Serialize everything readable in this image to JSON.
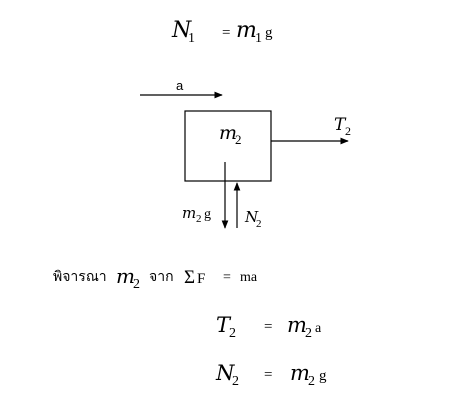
{
  "equations": {
    "top": {
      "lhs": "N",
      "lhs_sub": "1",
      "eq": "=",
      "rhs": "m",
      "rhs_sub": "1",
      "rhs_tail": "g"
    },
    "t2": {
      "lhs": "T",
      "lhs_sub": "2",
      "eq": "=",
      "rhs": "m",
      "rhs_sub": "2",
      "rhs_tail": "a"
    },
    "n2": {
      "lhs": "N",
      "lhs_sub": "2",
      "eq": "=",
      "rhs": "m",
      "rhs_sub": "2",
      "rhs_tail": "g"
    }
  },
  "diagram": {
    "accel_label": "a",
    "block_label": "m",
    "block_sub": "2",
    "tension_label": "T",
    "tension_sub": "2",
    "weight_label": "m",
    "weight_sub": "2",
    "weight_tail": "g",
    "normal_label": "N",
    "normal_sub": "2"
  },
  "consider": {
    "prefix": "พิจารณา",
    "mass": "m",
    "mass_sub": "2",
    "from": "จาก",
    "sigma": "Σ",
    "force": "F",
    "eq": "=",
    "rhs": "ma"
  },
  "colors": {
    "ink": "#000000",
    "background": "#ffffff"
  }
}
